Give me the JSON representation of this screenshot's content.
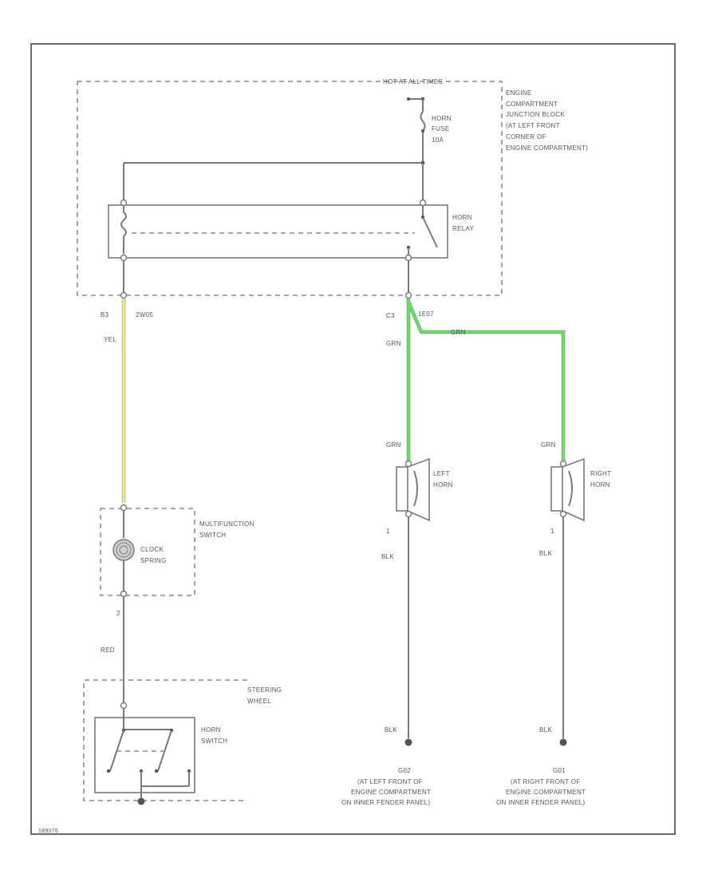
{
  "diagram": {
    "hot_label": "HOT AT ALL TIMES",
    "junction_block_label": [
      "ENGINE",
      "COMPARTMENT",
      "JUNCTION BLOCK",
      "(AT LEFT FRONT",
      "CORNER OF",
      "ENGINE COMPARTMENT)"
    ],
    "fuse_label": [
      "HORN",
      "FUSE",
      "10A"
    ],
    "relay_label": [
      "HORN",
      "RELAY"
    ],
    "connector_left": "B3",
    "connector_left_id": "2W05",
    "connector_right": "C3",
    "connector_right_id": "1E07",
    "wire_yel": "YEL",
    "wire_grn_1": "GRN",
    "wire_grn_2": "GRN",
    "wire_grn_left": "GRN",
    "wire_grn_right": "GRN",
    "left_horn_label": [
      "LEFT",
      "HORN"
    ],
    "right_horn_label": [
      "RIGHT",
      "HORN"
    ],
    "left_horn_pin": "1",
    "right_horn_pin": "1",
    "wire_blk_left_top": "BLK",
    "wire_blk_right_top": "BLK",
    "wire_blk_left_bottom": "BLK",
    "wire_blk_right_bottom": "BLK",
    "multifunction_label": [
      "MULTIFUNCTION",
      "SWITCH"
    ],
    "clock_spring_label": [
      "CLOCK",
      "SPRING"
    ],
    "clock_pin_bottom": "2",
    "wire_red": "RED",
    "steering_label": [
      "STEERING",
      "WHEEL"
    ],
    "horn_switch_label": [
      "HORN",
      "SWITCH"
    ],
    "ground_left_id": "G02",
    "ground_left_label": [
      "(AT LEFT FRONT OF",
      "ENGINE COMPARTMENT",
      "ON INNER FENDER PANEL)"
    ],
    "ground_right_id": "G01",
    "ground_right_label": [
      "(AT RIGHT FRONT OF",
      "ENGINE COMPARTMENT",
      "ON INNER FENDER PANEL)"
    ],
    "footer_code": "189076"
  },
  "colors": {
    "grn_wire": "#5fe85f",
    "yel_wire": "#f2f27a",
    "line": "#7a7a7a"
  }
}
